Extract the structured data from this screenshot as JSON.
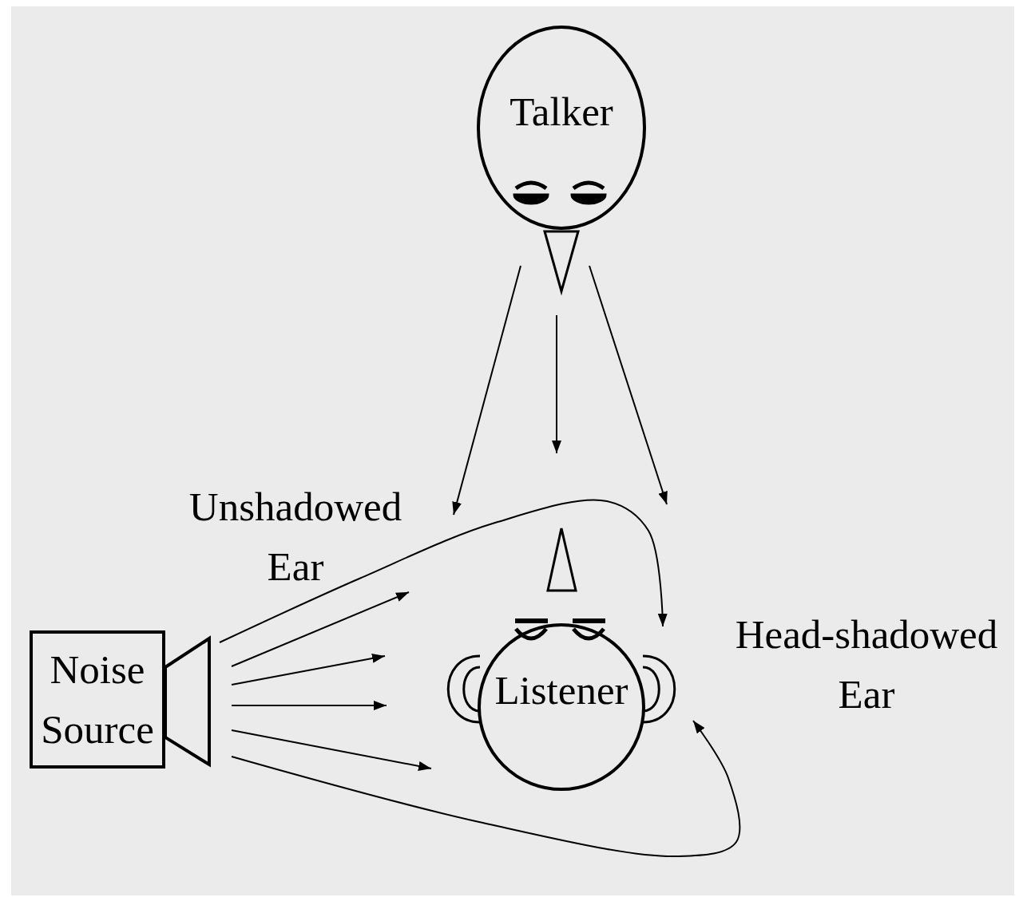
{
  "diagram": {
    "nodes": [
      {
        "text": [
          "Talker"
        ]
      },
      {
        "text": [
          "Noise Source"
        ]
      },
      {
        "text": [
          "Listener"
        ]
      }
    ],
    "edges": [
      {
        "from": 0,
        "to": 2,
        "arrow": "to"
      },
      {
        "from": 0,
        "to": 2,
        "arrow": "to"
      },
      {
        "from": 0,
        "to": 2,
        "arrow": "to"
      },
      {
        "from": 1,
        "to": 2,
        "arrow": "to"
      },
      {
        "from": 1,
        "to": 2,
        "arrow": "to"
      },
      {
        "from": 1,
        "to": 2,
        "arrow": "to"
      },
      {
        "from": 1,
        "to": 2,
        "arrow": "to"
      },
      {
        "from": 1,
        "to": 2,
        "arrow": "to"
      },
      {
        "from": 1,
        "to": 2,
        "arrow": "to"
      }
    ],
    "labels": [
      "Unshadowed Ear",
      "Head-shadowed Ear"
    ]
  }
}
